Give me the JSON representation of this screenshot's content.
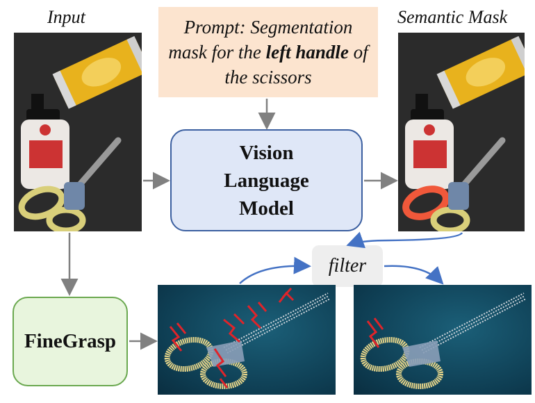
{
  "labels": {
    "input": "Input",
    "semantic_mask": "Semantic Mask"
  },
  "prompt": {
    "prefix": "Prompt: Segmentation mask for the ",
    "bold1": "left",
    "space": " ",
    "bold2": "handle",
    "suffix": " of the scissors"
  },
  "vlm": {
    "line1": "Vision",
    "line2": "Language",
    "line3": "Model"
  },
  "finegrasp": "FineGrasp",
  "filter": "filter",
  "colors": {
    "prompt_bg": "#fce4cf",
    "vlm_bg": "#dfe7f7",
    "vlm_border": "#3b5fa0",
    "finegrasp_bg": "#e8f5dd",
    "finegrasp_border": "#6aa84f",
    "filter_bg": "#eeeeee",
    "gray_arrow": "#808080",
    "blue_arrow": "#4472c4",
    "grasp_red": "#e0242a",
    "mask_highlight": "#f0583a"
  }
}
